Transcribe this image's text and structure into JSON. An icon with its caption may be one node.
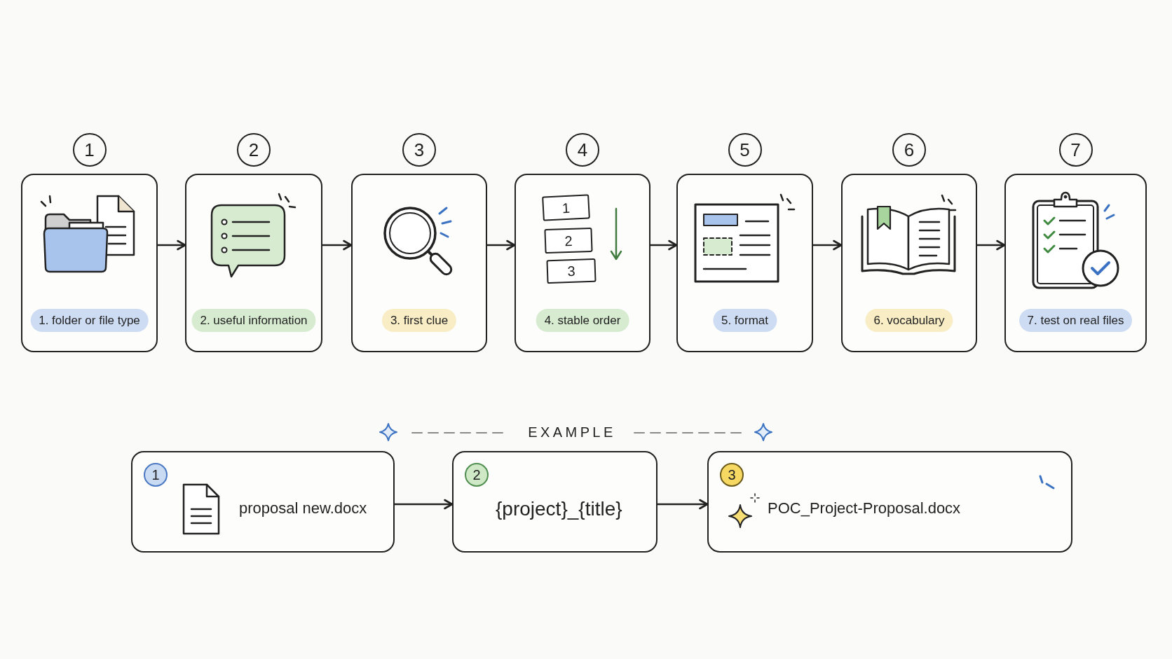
{
  "diagram": {
    "nodes": [
      {
        "text": [
          "1",
          "1. folder or file type"
        ]
      },
      {
        "text": [
          "2",
          "2. useful information"
        ]
      },
      {
        "text": [
          "3",
          "3. first clue"
        ]
      },
      {
        "text": [
          "4",
          "4. stable order"
        ]
      },
      {
        "text": [
          "1"
        ],
        "in": 3
      },
      {
        "text": [
          "2"
        ],
        "in": 3
      },
      {
        "text": [
          "3"
        ],
        "in": 3
      },
      {
        "text": [
          "5",
          "5. format"
        ]
      },
      {
        "text": [
          "6",
          "6. vocabulary"
        ]
      },
      {
        "text": [
          "7",
          "7. test on real files"
        ]
      },
      {
        "text": [
          "1",
          "proposal new.docx"
        ]
      },
      {
        "text": [
          "2",
          "{project}_{title}"
        ]
      },
      {
        "text": [
          "3",
          "POC_Project-Proposal.docx"
        ]
      }
    ],
    "edges": [
      {
        "from": 0,
        "to": 1,
        "arrow": "to"
      },
      {
        "from": 1,
        "to": 2,
        "arrow": "to"
      },
      {
        "from": 2,
        "to": 3,
        "arrow": "to"
      },
      {
        "from": 3,
        "to": 7,
        "arrow": "to"
      },
      {
        "from": 7,
        "to": 8,
        "arrow": "to"
      },
      {
        "from": 8,
        "to": 9,
        "arrow": "to"
      },
      {
        "from": 10,
        "to": 11,
        "arrow": "to"
      },
      {
        "from": 11,
        "to": 12,
        "arrow": "to"
      }
    ],
    "labels": [
      "EXAMPLE"
    ]
  }
}
